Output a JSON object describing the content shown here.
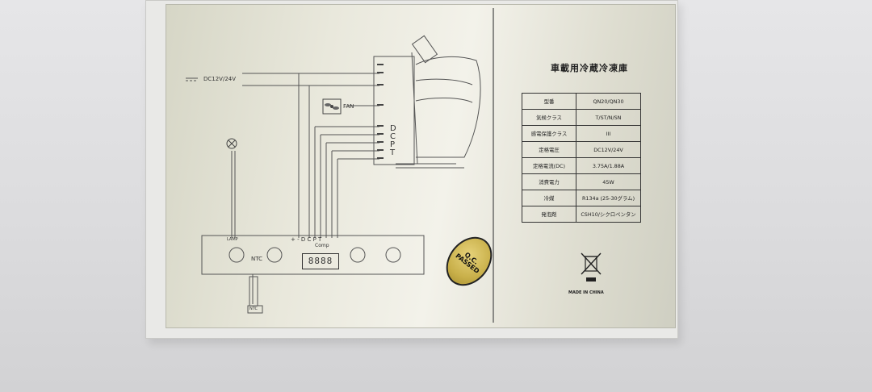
{
  "diagram": {
    "power_label": "DC12V/24V",
    "fan_label": "FAN",
    "lamp_label": "LAMP",
    "ntc_label": "NTC",
    "ntc_box_label": "NTC",
    "comp_label": "Comp",
    "board_terminals": "+ - D C P T",
    "display_digits": "8888",
    "compressor_terminals": [
      "D",
      "C",
      "P",
      "T"
    ],
    "qc_sticker": [
      "Q.C.",
      "PASSED"
    ]
  },
  "label": {
    "title": "車載用冷蔵冷凍庫",
    "specs": [
      {
        "key": "型番",
        "value": "QN20/QN30"
      },
      {
        "key": "気候クラス",
        "value": "T/ST/N/SN"
      },
      {
        "key": "感電保護クラス",
        "value": "III"
      },
      {
        "key": "定格電圧",
        "value": "DC12V/24V"
      },
      {
        "key": "定格電流(DC)",
        "value": "3.75A/1.88A"
      },
      {
        "key": "消費電力",
        "value": "45W"
      },
      {
        "key": "冷媒",
        "value": "R134a (25-30グラム)"
      },
      {
        "key": "発泡剤",
        "value": "CSH10/シクロペンタン"
      }
    ],
    "made_in": "MADE IN CHINA"
  },
  "icons": [
    "weee-crossed-bin-icon",
    "fan-icon",
    "lamp-icon",
    "compressor-icon"
  ]
}
